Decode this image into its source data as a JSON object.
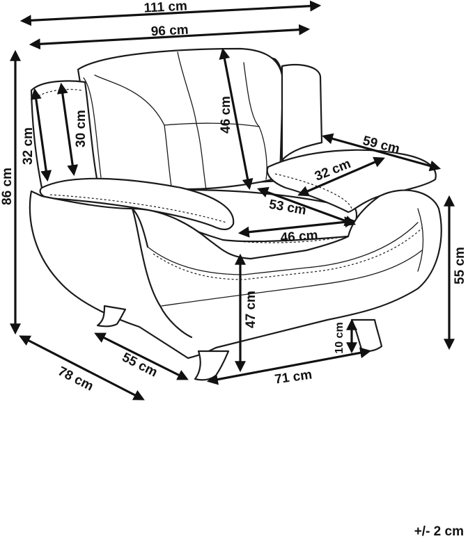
{
  "dimensions": {
    "total_width": "111 cm",
    "back_width": "96 cm",
    "total_height": "86 cm",
    "armrest_height_outer": "32 cm",
    "armrest_height_inner": "30 cm",
    "backrest_height": "46 cm",
    "arm_depth": "59 cm",
    "arm_width": "32 cm",
    "seat_depth": "53 cm",
    "seat_width_top": "46 cm",
    "side_height": "55 cm",
    "seat_height": "47 cm",
    "leg_height": "10 cm",
    "front_width": "71 cm",
    "total_depth": "78 cm",
    "seat_depth_lower": "55 cm"
  },
  "tolerance": "+/- 2 cm",
  "colors": {
    "line": "#1a1a1a",
    "background": "#ffffff"
  }
}
